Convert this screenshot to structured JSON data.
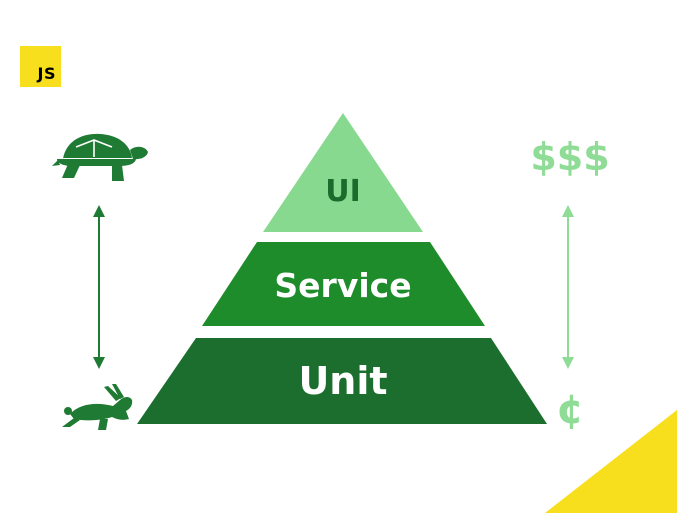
{
  "logo": {
    "text": "JS",
    "color": "#f7df1e"
  },
  "pyramid": {
    "tiers": [
      {
        "label": "UI",
        "color": "#87d98f",
        "text_color": "#1b6b2d"
      },
      {
        "label": "Service",
        "color": "#1f8c2b",
        "text_color": "#ffffff"
      },
      {
        "label": "Unit",
        "color": "#1c6e2e",
        "text_color": "#ffffff"
      }
    ]
  },
  "speed_scale": {
    "top_icon": "turtle-icon",
    "bottom_icon": "rabbit-icon",
    "color": "#1f7a33"
  },
  "cost_scale": {
    "top_text": "$$$",
    "bottom_text": "¢",
    "color": "#8edc95"
  },
  "accent": {
    "corner_color": "#f7df1e"
  }
}
